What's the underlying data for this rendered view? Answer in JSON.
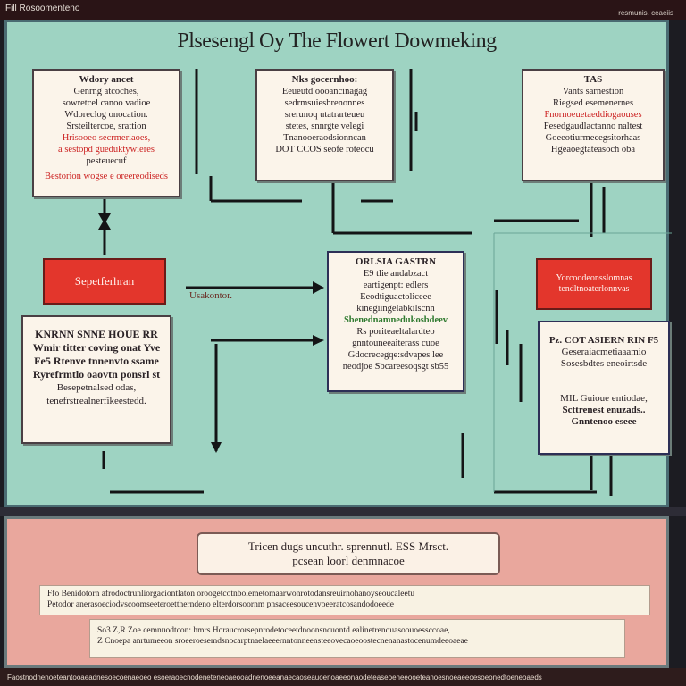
{
  "topbar": {
    "left_text": "Fill Rosoomenteno",
    "right_text": "resmunis. ceaeiis"
  },
  "diagram": {
    "title": "Plsesengl Oy The Flowert Dowmeking",
    "boxes": {
      "top_left": {
        "lines": [
          "Wdory ancet",
          "Genrng atcoches,",
          "sowretcel canoo vadioe",
          "Wdoreclog onocation.",
          "Srsteiltercoe, srattion"
        ],
        "red_lines": [
          "Hrisooeo secrmeriaoes,",
          "a sestopd gueduktywieres",
          "pesteuecuf"
        ],
        "foot": "Bestorion wogse e oreereodiseds"
      },
      "top_middle": {
        "lines": [
          "Nks gocernhoo:",
          "Eeueutd oooancinagag",
          "sedrmsuiesbrenonnes",
          "srerunoq utatrarteueu",
          "stetes, snnrgte velegi",
          "Tnanooeraodsionncan",
          "DOT CCOS seofe roteocu"
        ]
      },
      "top_right": {
        "lines": [
          "TAS",
          "Vants sarnestion",
          "Riegsed esemenernes",
          "Fesedgaudlactanno naltest",
          "Goeeotiurmecegsitorhaas"
        ],
        "red_lines": [
          "Fnornoeuetaeddiogaouses"
        ],
        "foot": "Hgeaoegtateasoch oba"
      },
      "middle_center": {
        "head": "ORLSIA GASTRN",
        "lines": [
          "E9 tlie andabzact",
          "eartigenpt: edlers",
          "Eeodtiguactoliceee",
          "kinegiingelabkilscnn"
        ],
        "green_line": "Sbenednamnedukosbdeev",
        "lines2": [
          "Rs poriteaeltalardteo",
          "gnntouneeaiterass cuoe",
          "Gdocrecegqe:sdvapes lee",
          "neodjoe Sbcareesoqsgt sb55"
        ]
      },
      "mid_left": {
        "lines": [
          "KNRNN SNNE HOUE RR",
          "Wmir titter coving onat Yve",
          "Fe5 Rtenve tnnenvto ssame",
          "Ryrefrmtlo oaovtn ponsrl st"
        ],
        "lines2": [
          "Besepetnalsed odas,",
          "tenefrstrealnerfikeestedd."
        ]
      },
      "mid_right": {
        "lines": [
          "Pz. COT ASIERN RIN F5",
          "Geseraiacmetiaaamio",
          "Sosesbdtes eneoirtsde"
        ],
        "lines2": [
          "MIL Guioue entiodae,",
          "Scttrenest enuzads..",
          "Gnntenoo eseee"
        ]
      }
    },
    "red_boxes": {
      "left": "Sepetferhran",
      "right": "Yorcoodeonsslomnas tendltnoaterlonnvas"
    },
    "floating_label": "Usakontor."
  },
  "bottom": {
    "summary": [
      "Tricen dugs uncuthr. sprennutl. ESS Mrsct.",
      "pcsean loorl denmnacoe"
    ],
    "note1": [
      "Ffo Benidotorn afrodoctrunliorgaciontlaton oroogetcotnbolemetomaarwonrotodansreuirnohanoyseoucaleetu",
      "Petodor anerasoeciodvscoomseeteroettherndeno elterdorsoornm pnsaceesoucenvoeeratcosandodoeede"
    ],
    "note2": [
      "So3 Z,R Zoe cemnuodtcon: hmrs Horaucrorsepnrodetoceetdnoonsncuontd ealinetrenouasoouoessccoae,",
      "Z Cnoepa anrtumeeon sroeeroesemdsnocarptnaelaeeernntonneensteeovecaoeoostecnenanastocenumdeeoaeae"
    ]
  },
  "footer": {
    "text": "Faostnodnenoeteantooaeadnesoecoenaeoeo esoeraoecnodeneteneoaeooadnenoeeanaecaoseauoenoaeeonaodeteaseoeneeooeteanoesnoeaeeoesoeonedtoeneoaeds"
  }
}
